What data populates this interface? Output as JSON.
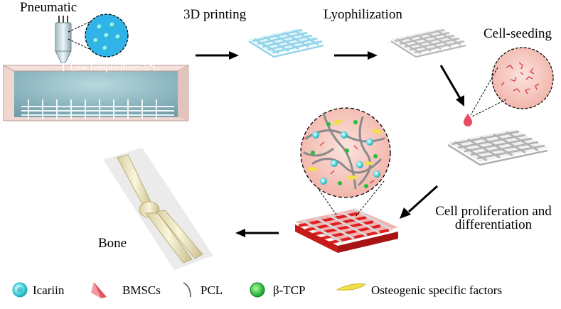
{
  "labels": {
    "pneumatic": "Pneumatic",
    "low_temp": "Low temperature:-5℃",
    "printing": "3D printing",
    "lyophilization": "Lyophilization",
    "cell_seeding": "Cell-seeding",
    "prolif_line1": "Cell proliferation and",
    "prolif_line2": "differentiation",
    "bone": "Bone"
  },
  "legend": [
    {
      "icon": "icariin-icon",
      "label": "Icariin"
    },
    {
      "icon": "bmsc-icon",
      "label": "BMSCs"
    },
    {
      "icon": "pcl-icon",
      "label": "PCL"
    },
    {
      "icon": "btcp-icon",
      "label": "β-TCP"
    },
    {
      "icon": "osteogenic-factor-icon",
      "label": "Osteogenic specific factors"
    }
  ],
  "colors": {
    "scaffold_blue": "#8fd3e8",
    "scaffold_gray": "#c8c8c8",
    "scaffold_red": "#e02020",
    "circle_pink": "#f6c9c2",
    "icariin": "#3ad0d0",
    "btcp": "#22c03a",
    "factor": "#f2e04a",
    "bath": "#7fb3bf"
  }
}
